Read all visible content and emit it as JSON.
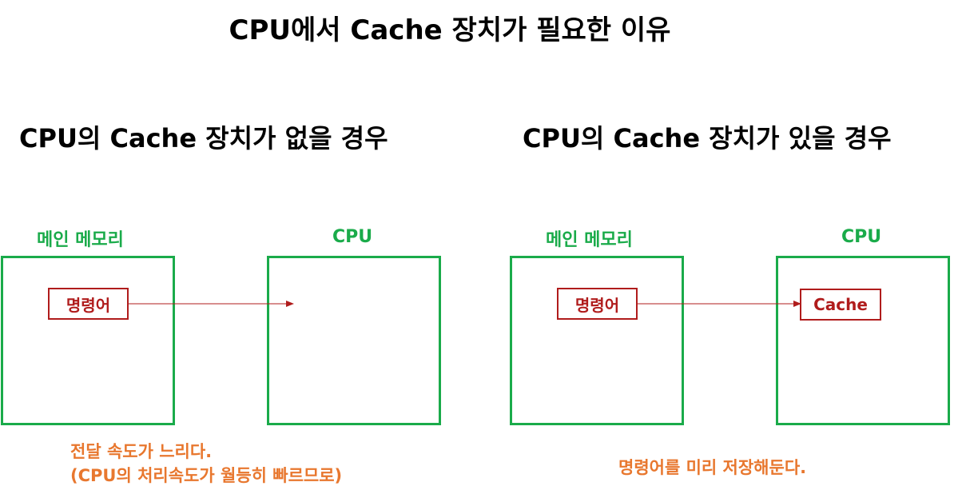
{
  "title": "CPU에서 Cache 장치가 필요한 이유",
  "left_panel": {
    "heading": "CPU의 Cache 장치가 없을 경우",
    "memory_label": "메인 메모리",
    "cpu_label": "CPU",
    "instruction_label": "명령어",
    "caption_line1": "전달 속도가 느리다.",
    "caption_line2": "(CPU의 처리속도가 월등히 빠르므로)"
  },
  "right_panel": {
    "heading": "CPU의 Cache 장치가 있을 경우",
    "memory_label": "메인 메모리",
    "cpu_label": "CPU",
    "instruction_label": "명령어",
    "cache_label": "Cache",
    "caption": "명령어를 미리 저장해둔다."
  },
  "colors": {
    "box_border": "#1aab4a",
    "label_green": "#1aab4a",
    "instruction_red": "#b01c1c",
    "caption_orange": "#e8772e",
    "arrow_red": "#b01c1c"
  }
}
